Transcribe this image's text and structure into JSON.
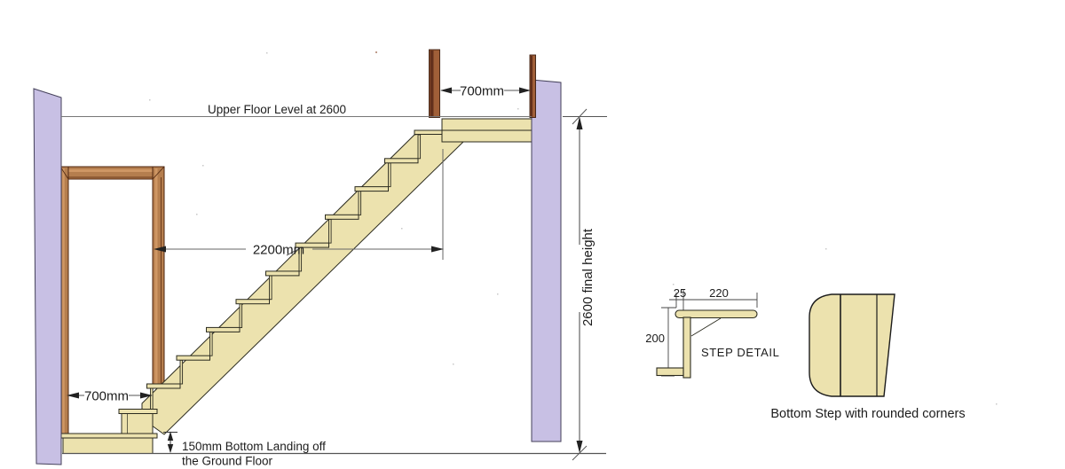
{
  "drawing": {
    "labels": {
      "upper_floor": "Upper Floor Level at 2600",
      "top_width": "700mm",
      "going_total": "2200mm",
      "bottom_width": "700mm",
      "final_height": "2600 final height",
      "bottom_landing_line1": "150mm Bottom Landing off",
      "bottom_landing_line2": "the Ground Floor"
    },
    "step_detail": {
      "nosing": "25",
      "going": "220",
      "rise": "200",
      "title": "STEP DETAIL"
    },
    "rounded_step": {
      "caption": "Bottom Step with rounded corners"
    },
    "colors": {
      "wall": "#c8c0e4",
      "timber": "#ece2ae",
      "door_frame": "#b57e4e",
      "door_frame_light": "#cf9764",
      "door_frame_dark": "#4f2710",
      "newel_dark": "#63301c",
      "newel_light": "#a05f38",
      "line": "#666666",
      "ink": "#1c1c1c"
    }
  }
}
